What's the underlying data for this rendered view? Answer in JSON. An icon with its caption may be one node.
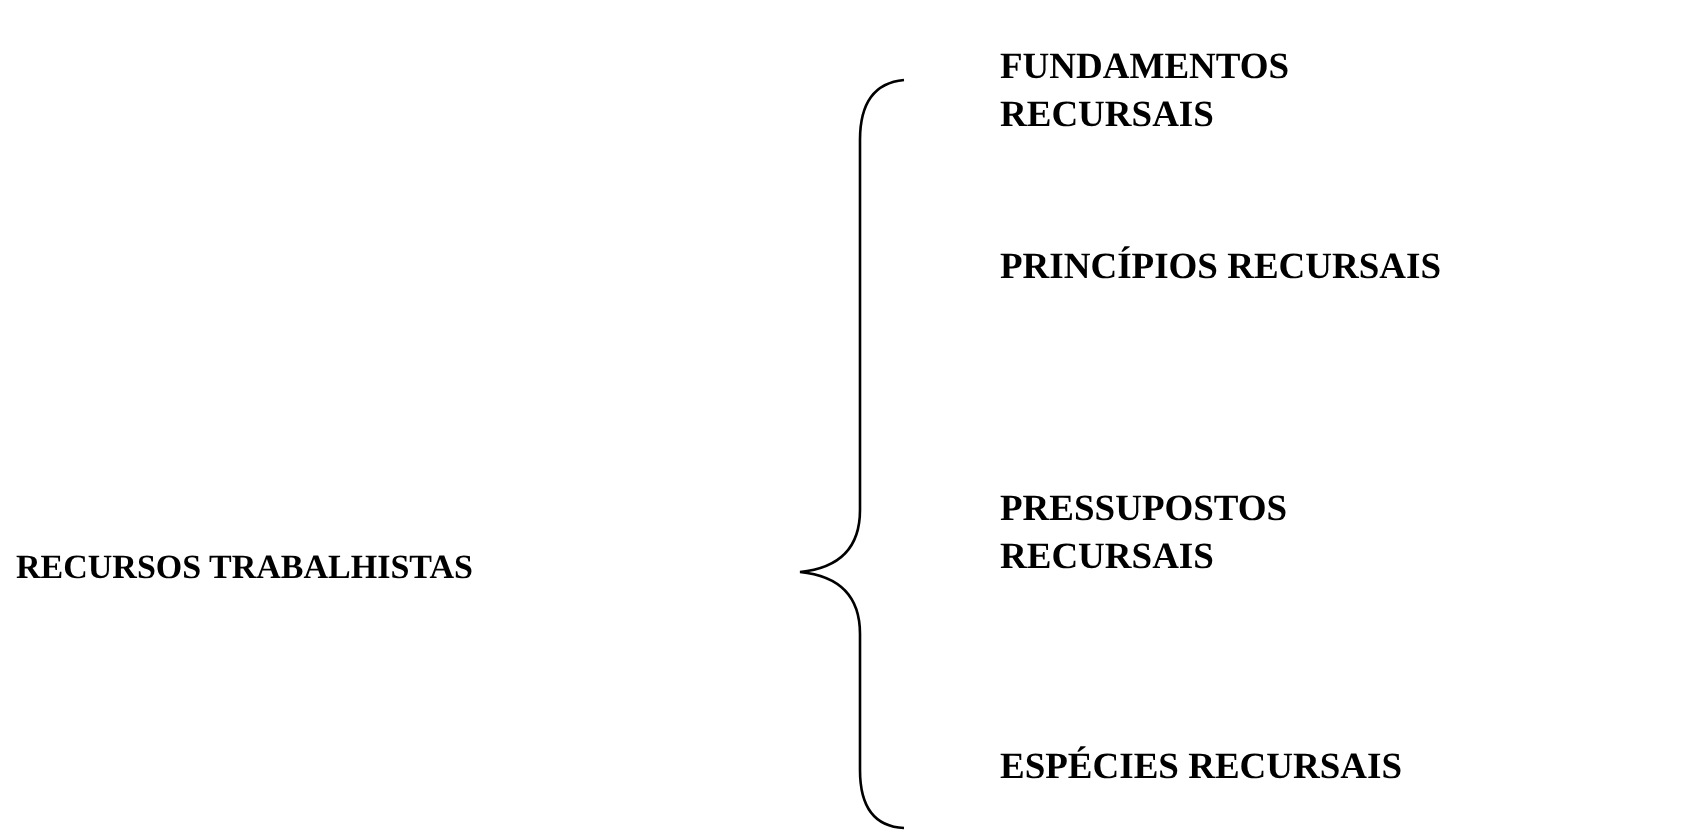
{
  "diagram": {
    "labels": [
      "RECURSOS TRABALHISTAS",
      "FUNDAMENTOS RECURSAIS",
      "PRINCÍPIOS RECURSAIS",
      "PRESSUPOSTOS RECURSAIS",
      "ESPÉCIES RECURSAIS"
    ]
  }
}
